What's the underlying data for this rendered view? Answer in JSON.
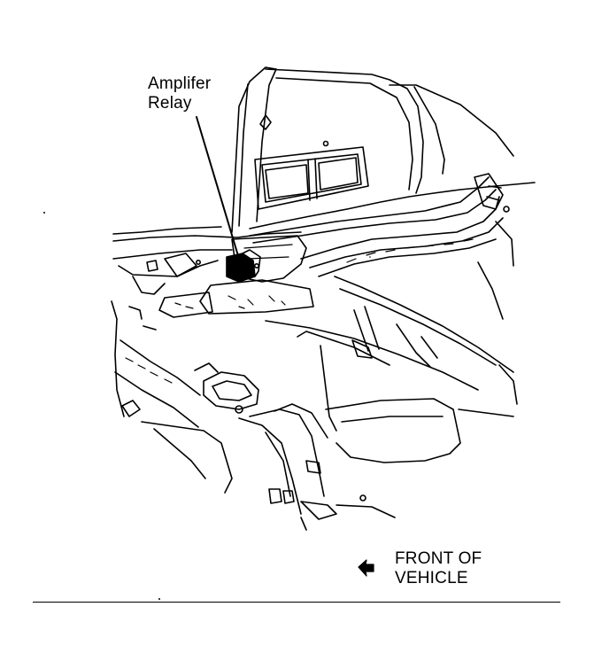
{
  "callout": {
    "line1": "Amplifer",
    "line2": "Relay"
  },
  "legend": {
    "icon": "arrow-left-icon",
    "line1": "FRONT OF",
    "line2": "VEHICLE"
  },
  "colors": {
    "ink": "#000000",
    "paper": "#ffffff"
  }
}
